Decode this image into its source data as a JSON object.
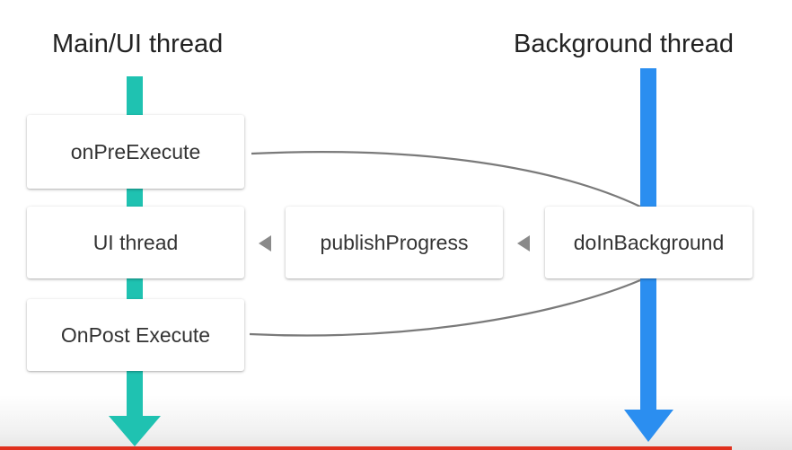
{
  "headings": {
    "main_thread": "Main/UI thread",
    "background_thread": "Background thread"
  },
  "boxes": {
    "on_pre_execute": "onPreExecute",
    "ui_thread": "UI thread",
    "on_post_execute": "OnPost Execute",
    "publish_progress": "publishProgress",
    "do_in_background": "doInBackground"
  },
  "colors": {
    "main_thread_arrow": "#1fc2b1",
    "background_thread_arrow": "#2b8ef0",
    "connector": "#7a7a7a",
    "progress_bar": "#e0301e"
  },
  "icons": {
    "left_pointer": "triangle-left-icon"
  }
}
